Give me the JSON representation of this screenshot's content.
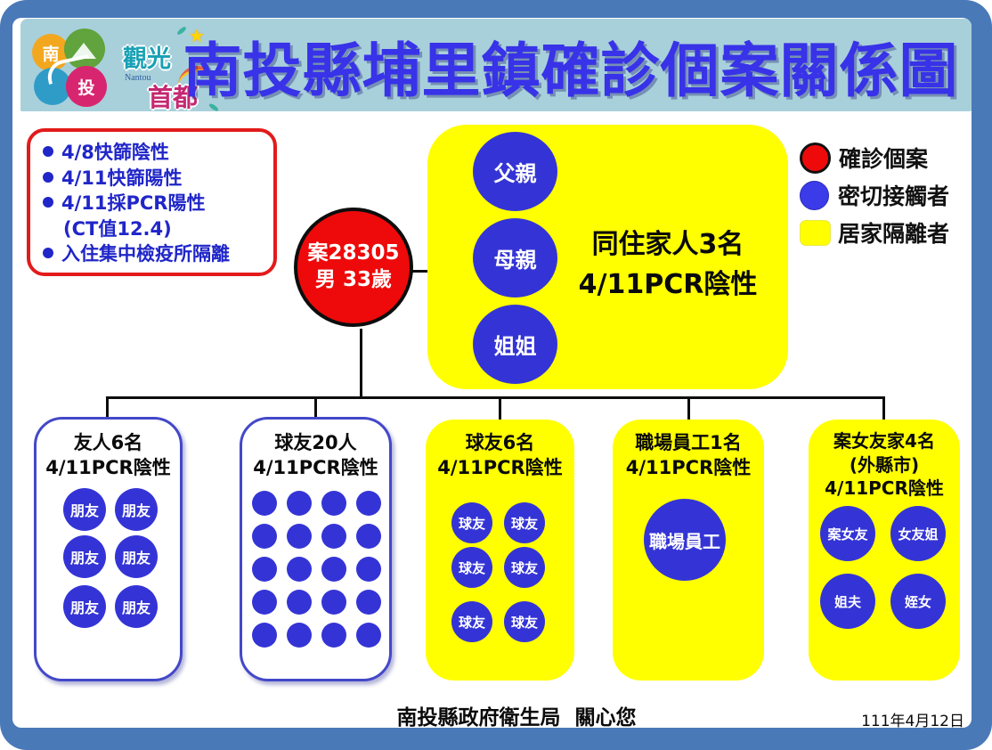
{
  "header": {
    "title": "南投縣埔里鎮確診個案關係圖",
    "logo": {
      "tagline_top": "觀光",
      "tagline_bottom": "首都",
      "subtitle": "Nantou",
      "seal_char_1": "南",
      "seal_char_2": "投"
    }
  },
  "legend": {
    "items": [
      {
        "label": "確診個案",
        "swatch": "red-circle"
      },
      {
        "label": "密切接觸者",
        "swatch": "blue-circle"
      },
      {
        "label": "居家隔離者",
        "swatch": "yellow-square"
      }
    ]
  },
  "notes": {
    "items": [
      "4/8快篩陰性",
      "4/11快篩陽性",
      "4/11採PCR陽性",
      "(CT值12.4)",
      "入住集中檢疫所隔離"
    ]
  },
  "index_case": {
    "id": "案28305",
    "demo": "男 33歲"
  },
  "family": {
    "members": [
      "父親",
      "母親",
      "姐姐"
    ],
    "summary_1": "同住家人3名",
    "summary_2": "4/11PCR陰性"
  },
  "groups": [
    {
      "title_1": "友人6名",
      "title_2": "4/11PCR陰性",
      "member_label": "朋友",
      "count": 6
    },
    {
      "title_1": "球友20人",
      "title_2": "4/11PCR陰性",
      "count": 20
    },
    {
      "title_1": "球友6名",
      "title_2": "4/11PCR陰性",
      "member_label": "球友",
      "count": 6
    },
    {
      "title_1": "職場員工1名",
      "title_2": "4/11PCR陰性",
      "member_label": "職場員工",
      "count": 1
    },
    {
      "title_1": "案女友家4名",
      "title_1b": "(外縣市)",
      "title_2": "4/11PCR陰性",
      "members": [
        "案女友",
        "女友姐",
        "姐夫",
        "姪女"
      ],
      "count": 4
    }
  ],
  "footer": {
    "credit": "南投縣政府衛生局  關心您",
    "date": "111年4月12日"
  },
  "colors": {
    "frame": "#4a79b8",
    "banner": "#a8d0db",
    "title_blue": "#3832e8",
    "confirmed_red": "#ee0a0a",
    "contact_blue": "#3434d6",
    "quarantine_yellow": "#ffff00",
    "note_text_blue": "#2026c8",
    "note_border_red": "#e21b1b"
  }
}
